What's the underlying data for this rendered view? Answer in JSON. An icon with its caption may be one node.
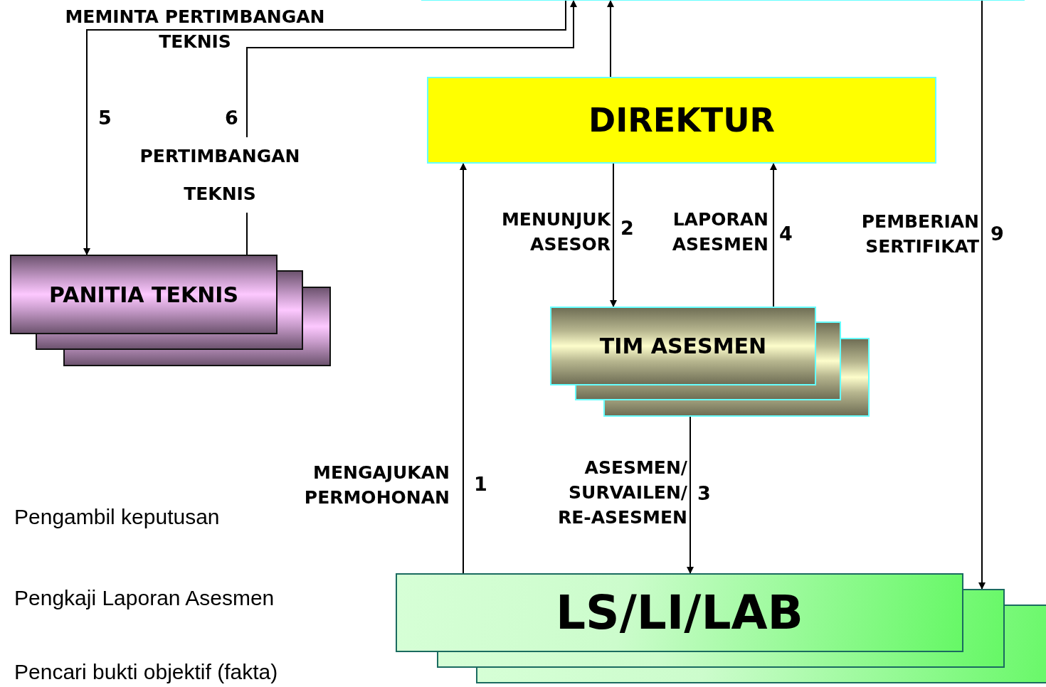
{
  "diagram": {
    "nodes": [
      {
        "text": [],
        "shape": "box"
      },
      {
        "text": [
          "DIREKTUR"
        ]
      },
      {
        "text": [
          "PANITIA TEKNIS"
        ]
      },
      {
        "text": [
          "TIM ASESMEN"
        ]
      },
      {
        "text": [
          "LS/LI/LAB"
        ]
      }
    ],
    "edges": [
      {
        "from": 0,
        "to": 2,
        "arrow": "to",
        "label": "MEMINTA PERTIMBANGAN TEKNIS"
      },
      {
        "from": 2,
        "to": 0,
        "arrow": "to",
        "label": "PERTIMBANGAN TEKNIS"
      },
      {
        "from": 1,
        "to": 0,
        "arrow": "to"
      },
      {
        "from": 1,
        "to": 3,
        "arrow": "to",
        "label": "MENUNJUK ASESOR"
      },
      {
        "from": 3,
        "to": 1,
        "arrow": "to",
        "label": "LAPORAN ASESMEN"
      },
      {
        "from": 4,
        "to": 1,
        "arrow": "to",
        "label": "MENGAJUKAN PERMOHONAN"
      },
      {
        "from": 3,
        "to": 4,
        "arrow": "to",
        "label": "ASESMEN/ SURVAILEN/ RE-ASESMEN"
      },
      {
        "from": 0,
        "to": 4,
        "arrow": "to",
        "label": "PEMBERIAN SERTIFIKAT"
      }
    ],
    "labels": [
      "5",
      "6",
      "2",
      "4",
      "9",
      "1",
      "3",
      "Pengambil keputusan",
      "Pengkaji Laporan Asesmen",
      "Pencari bukti objektif (fakta)"
    ]
  }
}
